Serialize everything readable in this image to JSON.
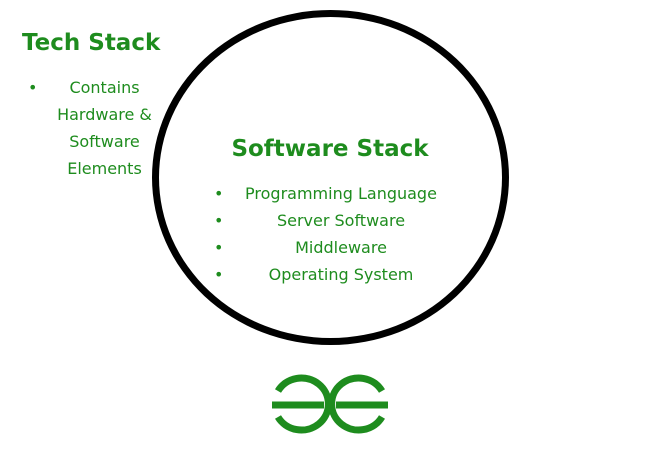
{
  "left": {
    "title": "Tech Stack",
    "items": [
      "Contains Hardware & Software Elements"
    ]
  },
  "circle": {
    "title": "Software Stack",
    "items": [
      "Programming Language",
      "Server Software",
      "Middleware",
      "Operating System"
    ]
  },
  "logo": {
    "icon": "gfg-logo-icon",
    "color": "#1e8c1e"
  },
  "colors": {
    "text": "#1e8c1e",
    "circle_border": "#000000"
  }
}
